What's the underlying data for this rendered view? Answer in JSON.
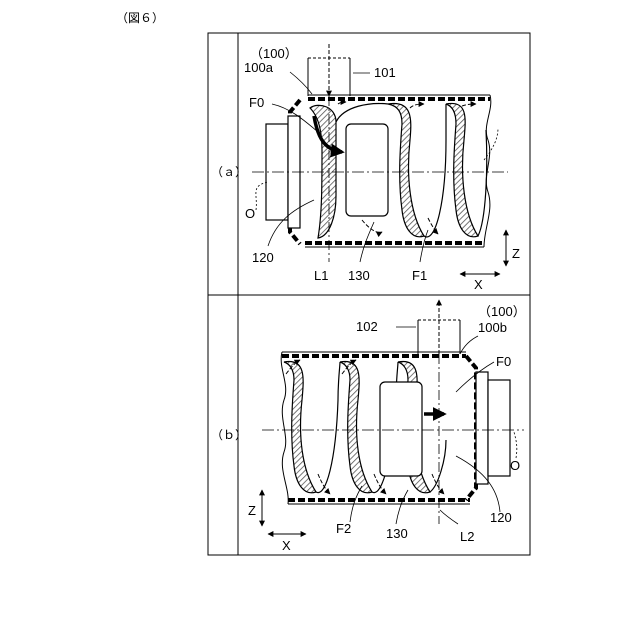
{
  "figure": {
    "caption": "（図６）",
    "panel_a": {
      "tag": "（ａ）",
      "refs": {
        "device": "（100）",
        "inlet_tube": "100a",
        "pipe": "101",
        "initial_flow": "F0",
        "axis": "O",
        "motor": "120",
        "line": "L1",
        "impeller": "130",
        "helical_flow": "F1"
      },
      "axes": {
        "vertical": "Z",
        "horizontal": "X"
      }
    },
    "panel_b": {
      "tag": "（ｂ）",
      "refs": {
        "device": "（100）",
        "pipe": "102",
        "outlet_tube": "100b",
        "initial_flow": "F0",
        "axis": "O",
        "motor": "120",
        "line": "L2",
        "impeller": "130",
        "helical_flow": "F2"
      },
      "axes": {
        "vertical": "Z",
        "horizontal": "X"
      }
    }
  }
}
